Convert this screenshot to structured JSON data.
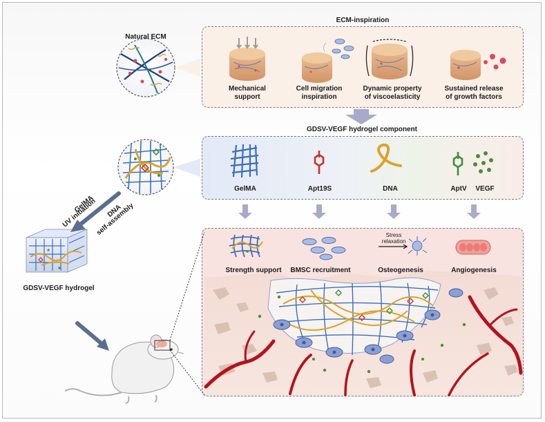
{
  "natural_ecm": {
    "title": "Natural ECM"
  },
  "ecm_inspiration": {
    "title": "ECM-inspiration",
    "items": [
      {
        "line1": "Mechanical",
        "line2": "support"
      },
      {
        "line1": "Cell migration",
        "line2": "inspiration"
      },
      {
        "line1": "Dynamic property",
        "line2": "of viscoelasticity"
      },
      {
        "line1": "Sustained release",
        "line2": "of growth factors"
      }
    ]
  },
  "component": {
    "title": "GDSV-VEGF hydrogel component",
    "items": [
      "GelMA",
      "Apt19S",
      "DNA",
      "AptV",
      "VEGF"
    ]
  },
  "assembly": {
    "gelma_label": "GelMA",
    "uv_label": "UV initiation",
    "dna_label": "DNA",
    "self_assembly_label": "self-assembly",
    "hydrogel_label": "GDSV-VEGF hydrogel"
  },
  "functions": {
    "items": [
      "Strength support",
      "BMSC recruitment",
      "Osteogenesis",
      "Angiogenesis"
    ],
    "stress_line1": "Stress",
    "stress_line2": "relaxation"
  },
  "colors": {
    "gelma_blue": "#3a6fb8",
    "dna_gold": "#d9a42a",
    "apt19s_red": "#c8342a",
    "aptv_green": "#3f8f3a",
    "vegf_dot": "#4e8a3a",
    "vessel_red": "#b5121b",
    "cell_blue": "#8a9fd3",
    "arrow_grey": "#a7aac8"
  }
}
